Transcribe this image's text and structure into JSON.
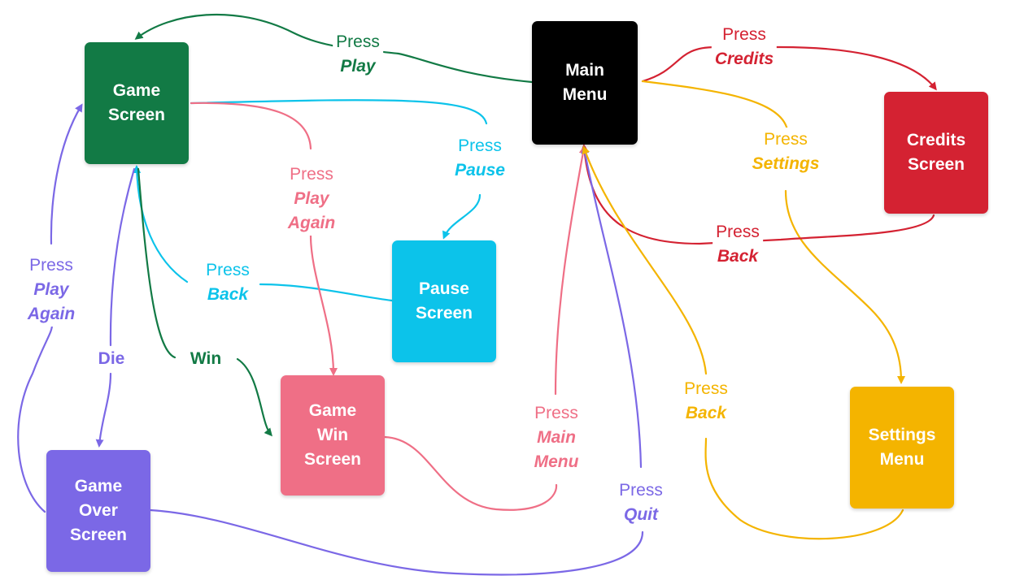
{
  "colors": {
    "green": "#127A45",
    "black": "#000000",
    "red": "#D42232",
    "yellow": "#F4B400",
    "cyan": "#0CC3EA",
    "pink": "#EF6F86",
    "purple": "#7B68E6"
  },
  "nodes": {
    "game_screen": {
      "label": "Game\nScreen"
    },
    "main_menu": {
      "label": "Main\nMenu"
    },
    "credits_screen": {
      "label": "Credits\nScreen"
    },
    "pause_screen": {
      "label": "Pause\nScreen"
    },
    "game_win_screen": {
      "label": "Game\nWin\nScreen"
    },
    "game_over_screen": {
      "label": "Game\nOver\nScreen"
    },
    "settings_menu": {
      "label": "Settings\nMenu"
    }
  },
  "edges": {
    "play": {
      "action": "Press",
      "target": "Play"
    },
    "credits": {
      "action": "Press",
      "target": "Credits"
    },
    "settings": {
      "action": "Press",
      "target": "Settings"
    },
    "credits_back": {
      "action": "Press",
      "target": "Back"
    },
    "pause": {
      "action": "Press",
      "target": "Pause"
    },
    "pause_back": {
      "action": "Press",
      "target": "Back"
    },
    "win_play_again": {
      "action": "Press",
      "target": "Play\nAgain"
    },
    "over_play_again": {
      "action": "Press",
      "target": "Play\nAgain"
    },
    "die": {
      "target": "Die"
    },
    "win": {
      "target": "Win"
    },
    "main_menu": {
      "action": "Press",
      "target": "Main\nMenu"
    },
    "quit": {
      "action": "Press",
      "target": "Quit"
    },
    "settings_back": {
      "action": "Press",
      "target": "Back"
    }
  }
}
